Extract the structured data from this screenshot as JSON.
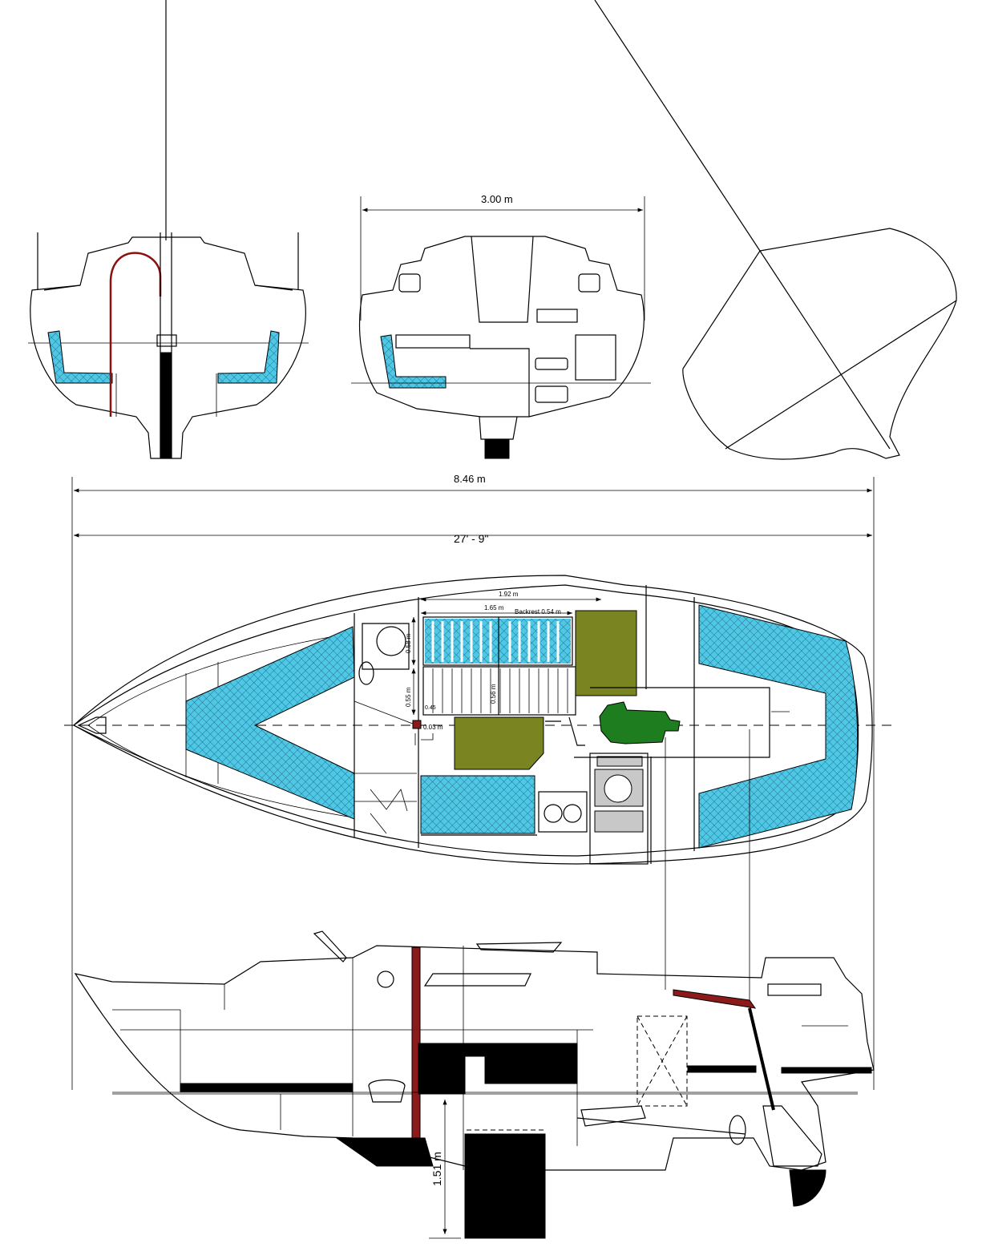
{
  "dimensions": {
    "beam": "3.00 m",
    "length_metric": "8.46 m",
    "length_imperial": "27' - 9\"",
    "berth_length": "1.92 m",
    "seat_length": "1.65 m",
    "backrest": "Backrest 0.54 m",
    "berth_width": "0.58 m",
    "seat_width": "0.55 m",
    "seat_inner": "0.56 m",
    "gap": "0.03 m",
    "small_label": "0.45",
    "draft": "1.51 m"
  },
  "colors": {
    "cushion": "#4fc8e6",
    "table_olive": "#7a8420",
    "engine": "#1e7d1e",
    "mast": "#8b1a1a"
  }
}
